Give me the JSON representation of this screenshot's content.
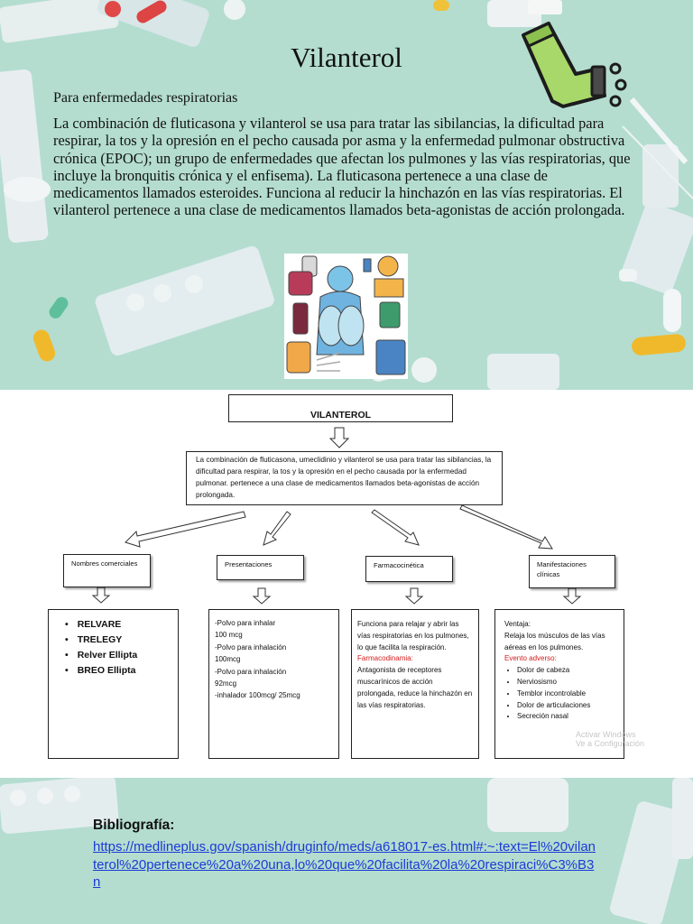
{
  "slide": {
    "title": "Vilanterol",
    "subtitle": "Para enfermedades respiratorias",
    "body": "La combinación de fluticasona y vilanterol se usa para tratar las sibilancias, la dificultad para respirar, la tos y la opresión en el pecho causada por asma y la enfermedad pulmonar obstructiva crónica (EPOC); un grupo de enfermedades que afectan los pulmones y las vías respiratorias, que incluye la bronquitis crónica y el enfisema). La fluticasona pertenece a una clase de medicamentos llamados esteroides. Funciona al reducir la hinchazón en las vías respiratorias. El vilanterol pertenece a una clase de medicamentos llamados beta-agonistas de acción prolongada."
  },
  "concept_map": {
    "title": "VILANTEROL",
    "main": "La combinación de fluticasona, umeclidinio y vilanterol se usa para tratar las sibilancias, la dificultad para respirar, la tos y la opresión en el pecho causada por la enfermedad pulmonar. pertenece a una clase de medicamentos llamados beta-agonistas de acción prolongada.",
    "categories": [
      "Nombres comerciales",
      "Presentaciones",
      "Farmacocinética",
      "Manifestaciones clínicas"
    ],
    "brand_names": [
      "RELVARE",
      "TRELEGY",
      "Relver Ellipta",
      "BREO Ellipta"
    ],
    "presentations": [
      "-Polvo para inhalar",
      "100 mcg",
      "-Polvo para inhalación",
      "100mcg",
      "-Polvo para inhalación",
      "92mcg",
      "-inhalador 100mcg/ 25mcg"
    ],
    "pharmacokinetics": {
      "text": "Funciona para relajar y abrir las vías respiratorias en los pulmones, lo que facilita la respiración.",
      "pd_label": "Farmacodinamia:",
      "pd_text": "Antagonista de receptores muscarínicos de acción prolongada, reduce la hinchazón en las vías respiratorias."
    },
    "clinical": {
      "ventaja_label": "Ventaja:",
      "ventaja_text": "Relaja los músculos de las vías aéreas en los pulmones.",
      "adverse_label": "Evento adverso:",
      "adverse_items": [
        "Dolor de cabeza",
        "Nerviosismo",
        "Temblor incontrolable",
        "Dolor de articulaciones",
        "Secreción nasal"
      ]
    },
    "watermark_line1": "Activar Windows",
    "watermark_line2": "Ve a Configuración"
  },
  "bibliography": {
    "label": "Bibliografía:",
    "link": "https://medlineplus.gov/spanish/druginfo/meds/a618017-es.html#:~:text=El%20vilanterol%20pertenece%20a%20una,lo%20que%20facilita%20la%20respiraci%C3%B3n"
  },
  "colors": {
    "background": "#b4ddd0",
    "inhaler_green": "#a8d86a",
    "link_blue": "#1d3ad6",
    "adverse_red": "#d21c1c"
  }
}
